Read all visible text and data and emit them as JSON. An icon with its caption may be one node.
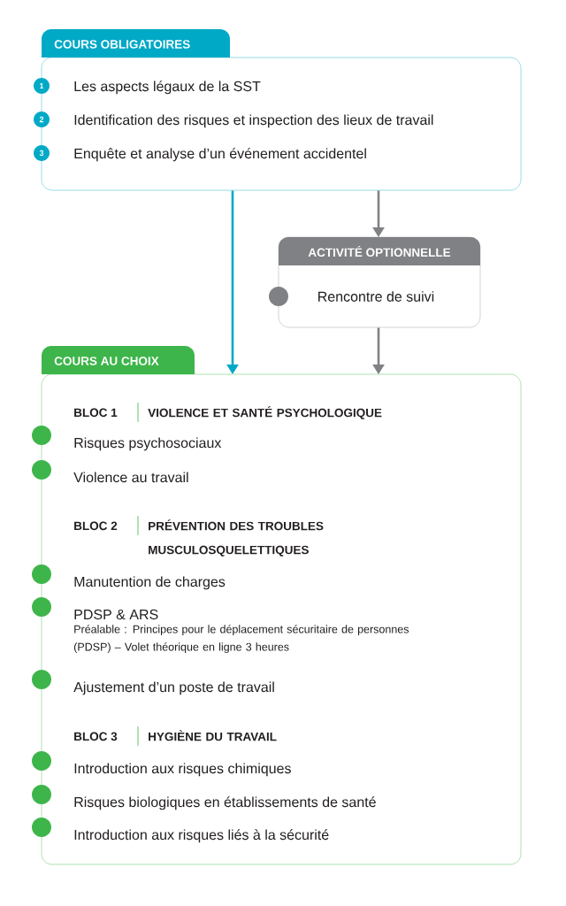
{
  "diagram": {
    "nodes": [
      {
        "text": [
          "COURS OBLIGATOIRES",
          "Les aspects légaux de la SST",
          "Identification des risques et inspection des lieux de travail",
          "Enquête et analyse d’un événement accidentel"
        ]
      },
      {
        "text": [
          "ACTIVITÉ OPTIONNELLE",
          "Rencontre de suivi"
        ]
      },
      {
        "text": [
          "COURS AU CHOIX",
          "BLOC 1",
          "VIOLENCE ET SANTÉ PSYCHOLOGIQUE",
          "Risques psychosociaux",
          "Violence au travail",
          "BLOC 2",
          "PRÉVENTION DES TROUBLES MUSCULOSQUELETTIQUES",
          "Manutention de charges",
          "PDSP & ARS",
          "Préalable : Principes pour le déplacement sécuritaire de personnes (PDSP) – Volet théorique en ligne 3 heures",
          "Ajustement d’un poste de travail",
          "BLOC 3",
          "HYGIÈNE DU TRAVAIL",
          "Introduction aux risques chimiques",
          "Risques biologiques en établissements de santé",
          "Introduction aux risques liés à la sécurité"
        ]
      }
    ],
    "edges": [
      {
        "from": 0,
        "to": 2,
        "arrow": "to",
        "color": "#00a9c6"
      },
      {
        "from": 0,
        "to": 1,
        "arrow": "to"
      },
      {
        "from": 1,
        "to": 2,
        "arrow": "to"
      }
    ],
    "labels": [
      "1",
      "2",
      "3"
    ]
  }
}
